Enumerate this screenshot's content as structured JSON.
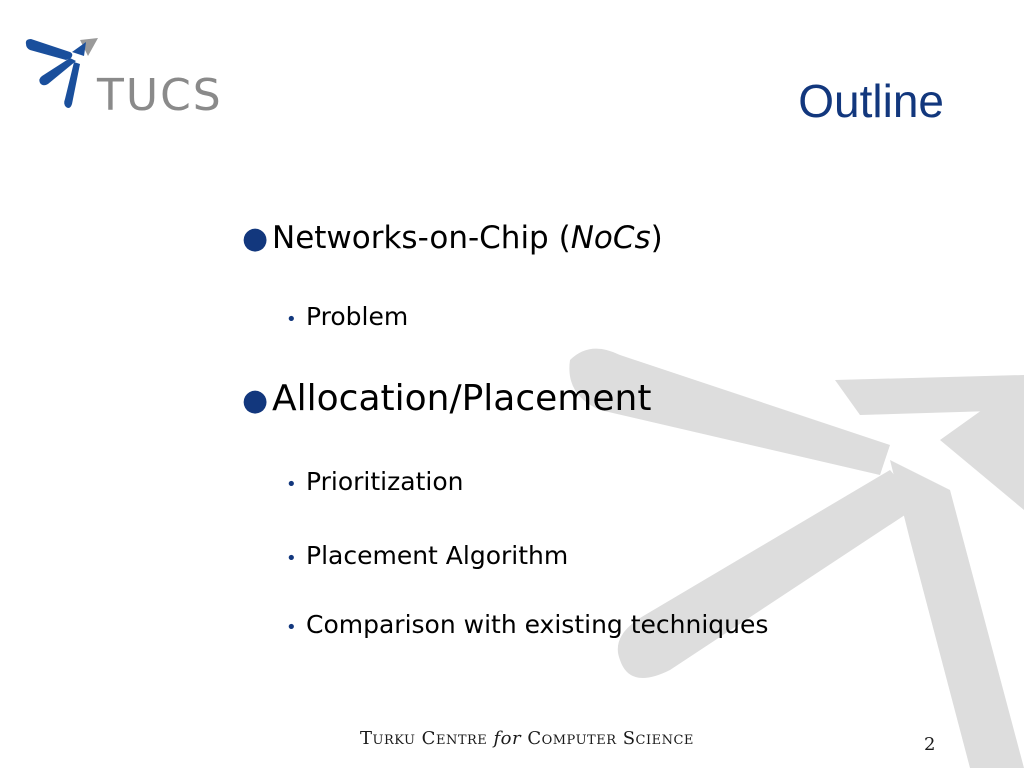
{
  "slide": {
    "title": "Outline",
    "logo_text": "TUCS",
    "bullets": [
      {
        "level": 1,
        "text_before": "Networks-on-Chip (",
        "text_italic": "NoCs",
        "text_after": ")"
      },
      {
        "level": 2,
        "text": "Problem"
      },
      {
        "level": 1,
        "text": "Allocation/Placement"
      },
      {
        "level": 2,
        "text": "Prioritization"
      },
      {
        "level": 2,
        "text": "Placement Algorithm"
      },
      {
        "level": 2,
        "text": "Comparison with existing techniques"
      }
    ],
    "footer": {
      "part1": "Turku Centre ",
      "part2_italic": "for",
      "part3": " Computer Science"
    },
    "page_number": "2",
    "colors": {
      "title": "#12377d",
      "bullet": "#12377d",
      "logo_blue": "#1a4f9c",
      "logo_gray": "#8a8a8a",
      "watermark": "#dddddd"
    }
  }
}
